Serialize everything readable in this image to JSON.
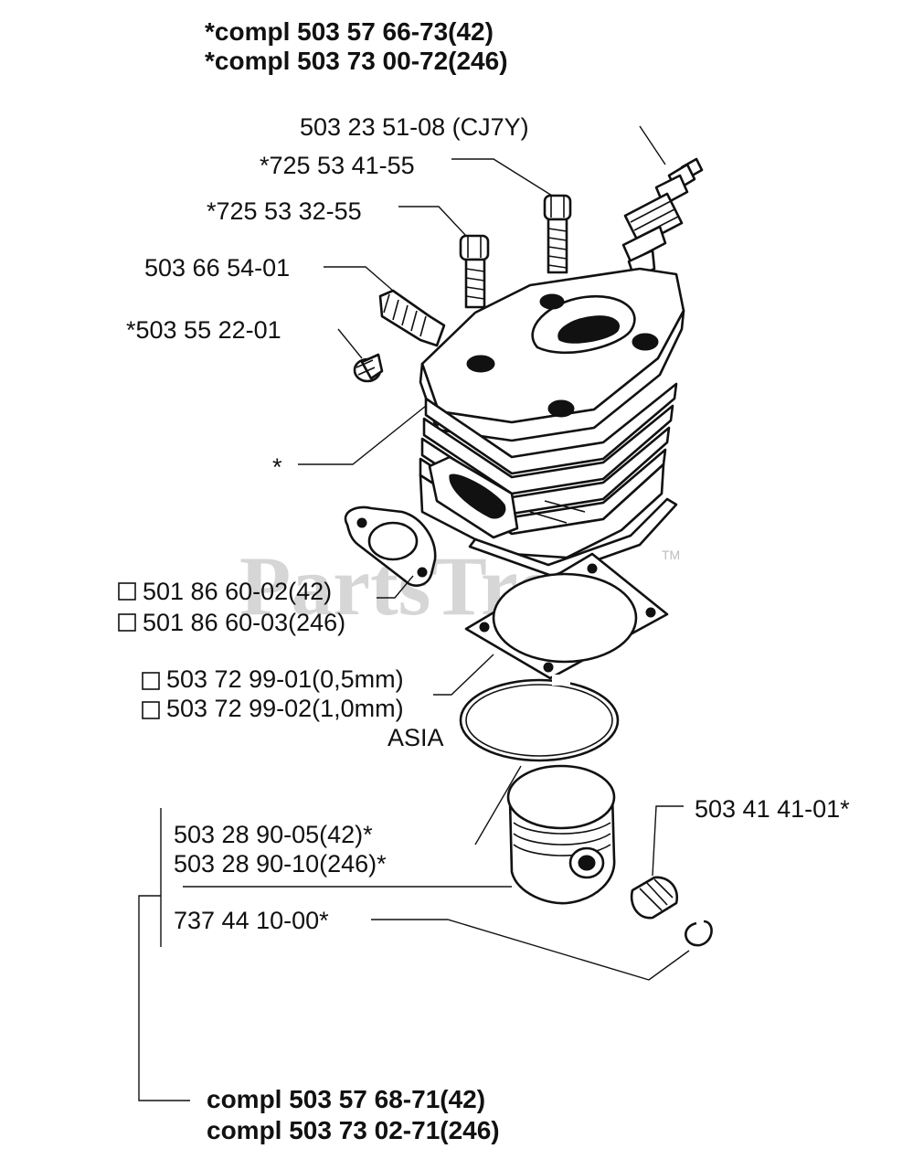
{
  "watermark": {
    "text": "PartsTree",
    "tm": "TM"
  },
  "labels": {
    "compl_top_1": "*compl 503 57 66-73(42)",
    "compl_top_2": "*compl 503 73 00-72(246)",
    "spark_plug": "503 23 51-08 (CJ7Y)",
    "screw_1": "*725 53 41-55",
    "screw_2": "*725 53 32-55",
    "decomp_valve": "503 66 54-01",
    "plug_screw": "*503 55 22-01",
    "cylinder": "*",
    "muffler_gasket_1": "501 86 60-02(42)",
    "muffler_gasket_2": "501 86 60-03(246)",
    "base_gasket_1": "503 72 99-01(0,5mm)",
    "base_gasket_2": "503 72 99-02(1,0mm)",
    "base_gasket_note": "ASIA",
    "needle_bearing": "503 41 41-01*",
    "piston_1": "503 28 90-05(42)*",
    "piston_2": "503 28 90-10(246)*",
    "circlip": "737 44 10-00*",
    "compl_bottom_1": "compl 503 57 68-71(42)",
    "compl_bottom_2": "compl 503 73 02-71(246)"
  }
}
